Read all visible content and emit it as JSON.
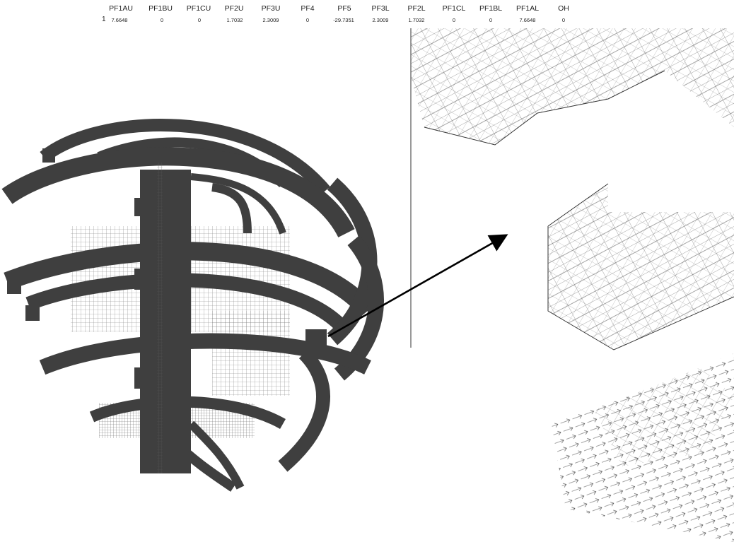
{
  "table": {
    "row_index": "1",
    "columns": [
      {
        "header": "PF1AU",
        "value": "7.6648"
      },
      {
        "header": "PF1BU",
        "value": "0"
      },
      {
        "header": "PF1CU",
        "value": "0"
      },
      {
        "header": "PF2U",
        "value": "1.7032"
      },
      {
        "header": "PF3U",
        "value": "2.3009"
      },
      {
        "header": "PF4",
        "value": "0"
      },
      {
        "header": "PF5",
        "value": "-29.7351"
      },
      {
        "header": "PF3L",
        "value": "2.3009"
      },
      {
        "header": "PF2L",
        "value": "1.7032"
      },
      {
        "header": "PF1CL",
        "value": "0"
      },
      {
        "header": "PF1BL",
        "value": "0"
      },
      {
        "header": "PF1AL",
        "value": "7.6648"
      },
      {
        "header": "OH",
        "value": "0"
      }
    ]
  },
  "colors": {
    "coil": "#3f3f3f",
    "mesh": "#555555",
    "arrow": "#000000"
  }
}
